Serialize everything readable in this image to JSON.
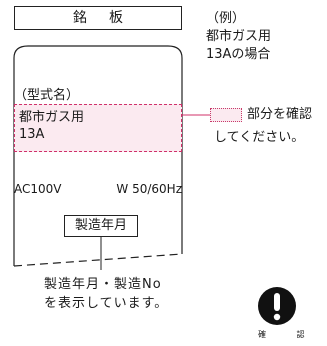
{
  "nameplate": {
    "title": "銘板"
  },
  "example": {
    "line1": "（例）",
    "line2": "都市ガス用",
    "line3": "13Aの場合"
  },
  "plate": {
    "model_label": "（型式名）",
    "model_line1": "都市ガス用",
    "model_line2": "13A",
    "voltage": "AC100V",
    "frequency": "W 50/60Hz",
    "mfg_label": "製造年月"
  },
  "legend": {
    "line1": "部分を確認",
    "line2": "してください。"
  },
  "caption": {
    "line1": "製造年月・製造No",
    "line2": "を表示しています。"
  },
  "confirm": {
    "label": "確 認"
  },
  "colors": {
    "highlight_border": "#d0306a",
    "highlight_fill": "#fbeaf0",
    "line": "#222222"
  }
}
